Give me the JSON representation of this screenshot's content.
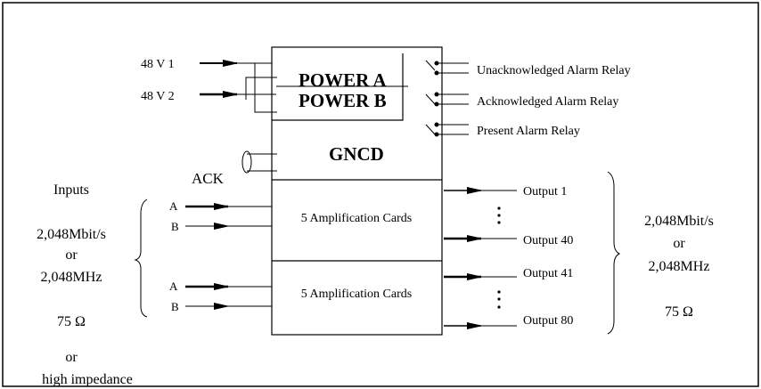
{
  "power": {
    "input1_label": "48 V 1",
    "input2_label": "48 V 2",
    "power_a": "POWER A",
    "power_b": "POWER B"
  },
  "relays": [
    {
      "label": "Unacknowledged Alarm Relay"
    },
    {
      "label": "Acknowledged Alarm Relay"
    },
    {
      "label": "Present Alarm Relay"
    }
  ],
  "controller": {
    "label": "GNCD",
    "ack_label": "ACK"
  },
  "inputs": {
    "title": "Inputs",
    "rate": "2,048Mbit/s",
    "or1": "or",
    "freq": "2,048MHz",
    "impedance": "75 Ω",
    "or2": "or",
    "alt_impedance": "high impedance",
    "group1": {
      "a": "A",
      "b": "B"
    },
    "group2": {
      "a": "A",
      "b": "B"
    }
  },
  "cards": [
    {
      "label": "5 Amplification Cards"
    },
    {
      "label": "5 Amplification Cards"
    }
  ],
  "outputs": {
    "group1": {
      "first": "Output 1",
      "last": "Output 40"
    },
    "group2": {
      "first": "Output 41",
      "last": "Output 80"
    },
    "rate": "2,048Mbit/s",
    "or": "or",
    "freq": "2,048MHz",
    "impedance": "75 Ω"
  }
}
